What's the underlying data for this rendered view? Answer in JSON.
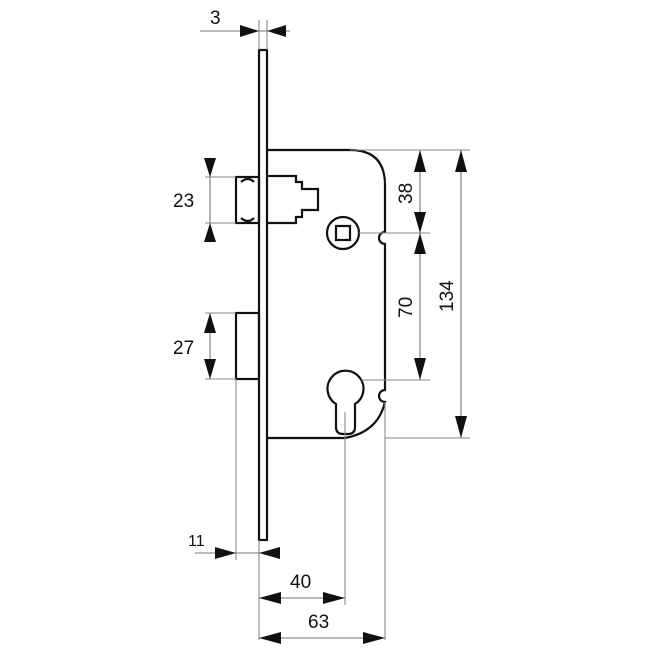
{
  "drawing": {
    "subject": "Mortise lock technical drawing",
    "colors": {
      "line": "#111111",
      "dimension_line": "#777777",
      "background": "#ffffff"
    },
    "dimensions": {
      "faceplate_thickness": "3",
      "latch_height": "23",
      "bolt_height": "27",
      "backset_offset": "11",
      "top_to_spindle": "38",
      "spindle_to_cylinder": "70",
      "case_height": "134",
      "backset_cylinder": "40",
      "case_depth": "63"
    }
  }
}
